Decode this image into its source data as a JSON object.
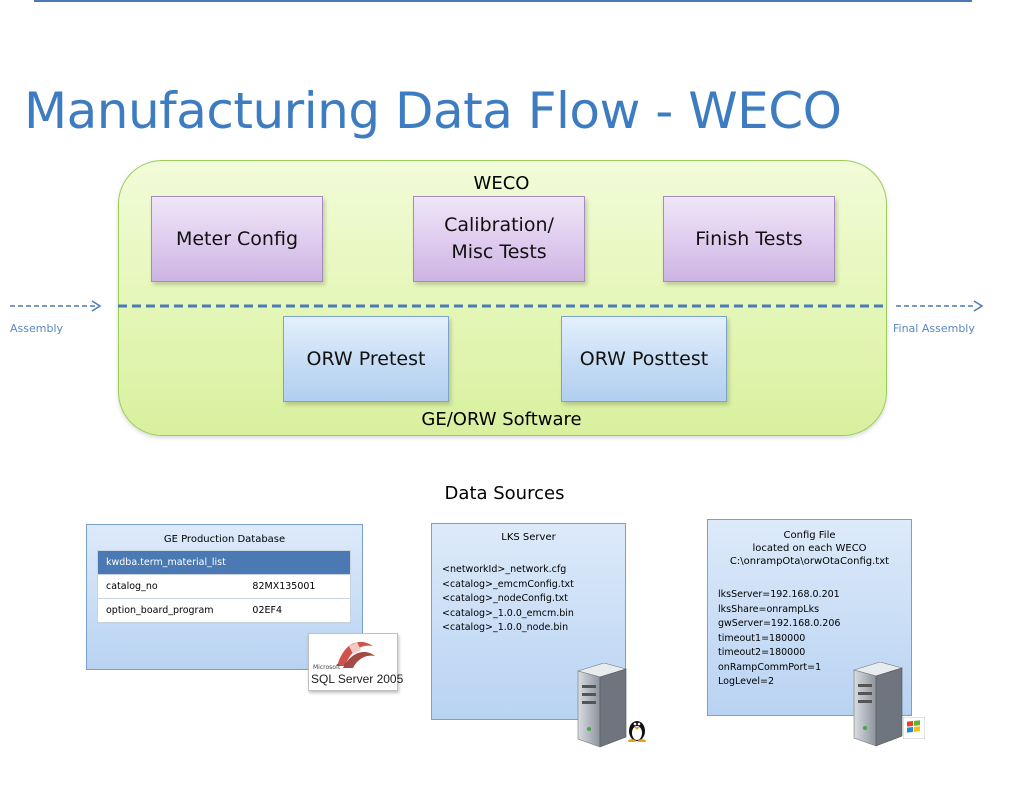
{
  "title": "Manufacturing Data Flow - WECO",
  "colors": {
    "title": "#3d7cc1",
    "panel_fill": "#e3f6b4",
    "panel_border": "#9ccc5c",
    "purple_box": "#dcc8ec",
    "blue_box": "#c3daf4",
    "flow_arrow": "#4a7ab8",
    "source_box": "#c9ddf5",
    "table_header": "#4a79b4"
  },
  "weco_panel": {
    "top_label": "WECO",
    "bottom_label": "GE/ORW Software",
    "weco_steps": [
      {
        "label_lines": [
          "Meter Config"
        ]
      },
      {
        "label_lines": [
          "Calibration/",
          "Misc Tests"
        ]
      },
      {
        "label_lines": [
          "Finish Tests"
        ]
      }
    ],
    "orw_steps": [
      {
        "label": "ORW Pretest"
      },
      {
        "label": "ORW Posttest"
      }
    ]
  },
  "flow": {
    "left_label": "Assembly",
    "right_label": "Final Assembly"
  },
  "data_sources": {
    "title": "Data Sources",
    "production_db": {
      "title": "GE Production Database",
      "table_name": "kwdba.term_material_list",
      "rows": [
        {
          "field": "catalog_no",
          "value": "82MX135001"
        },
        {
          "field": "option_board_program",
          "value": "02EF4"
        }
      ],
      "logo": {
        "brand_small": "Microsoft",
        "brand_text": "SQL Server 2005",
        "icon": "sql-server-logo"
      }
    },
    "lks_server": {
      "title": "LKS Server",
      "files": [
        "<networkId>_network.cfg",
        "<catalog>_emcmConfig.txt",
        "<catalog>_nodeConfig.txt",
        "<catalog>_1.0.0_emcm.bin",
        "<catalog>_1.0.0_node.bin"
      ],
      "server_icon": "server-tower-icon",
      "os_icon": "linux-penguin-icon"
    },
    "config_file": {
      "title_lines": [
        "Config File",
        "located on each WECO",
        "C:\\onrampOta\\orwOtaConfig.txt"
      ],
      "settings": [
        "lksServer=192.168.0.201",
        "lksShare=onrampLks",
        "gwServer=192.168.0.206",
        "timeout1=180000",
        "timeout2=180000",
        "onRampCommPort=1",
        "LogLevel=2"
      ],
      "server_icon": "server-tower-icon",
      "os_icon": "windows-logo-icon"
    }
  }
}
